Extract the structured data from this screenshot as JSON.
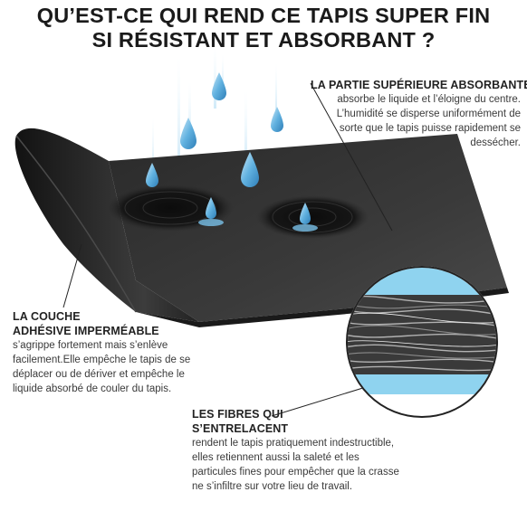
{
  "title": {
    "line1": "QU’EST-CE QUI REND CE TAPIS SUPER FIN",
    "line2": "SI RÉSISTANT ET ABSORBANT ?"
  },
  "callouts": {
    "top": {
      "heading": "LA PARTIE SUPÉRIEURE ABSORBANTE",
      "body": "absorbe le liquide et l’éloigne du centre. L’humidité se disperse uniformément de sorte que le tapis puisse rapidement se dessécher."
    },
    "adhesive": {
      "heading1": "LA COUCHE",
      "heading2": "ADHÉSIVE IMPERMÉABLE",
      "body": "s’agrippe fortement mais s’enlève facilement.Elle empêche le tapis de se déplacer ou de dériver et empêche le liquide absorbé de couler du tapis."
    },
    "fibers": {
      "heading1": "LES FIBRES QUI",
      "heading2": "S’ENTRELACENT",
      "body": "rendent le tapis pratiquement indestructible, elles retiennent aussi la saleté et les particules fines pour empêcher que la crasse ne s’infiltre sur votre lieu de travail."
    }
  },
  "colors": {
    "mat": "#2f2f2f",
    "mat_edge": "#1b1b1b",
    "drop": "#5aa9d8",
    "water": "#8fd3ef"
  }
}
